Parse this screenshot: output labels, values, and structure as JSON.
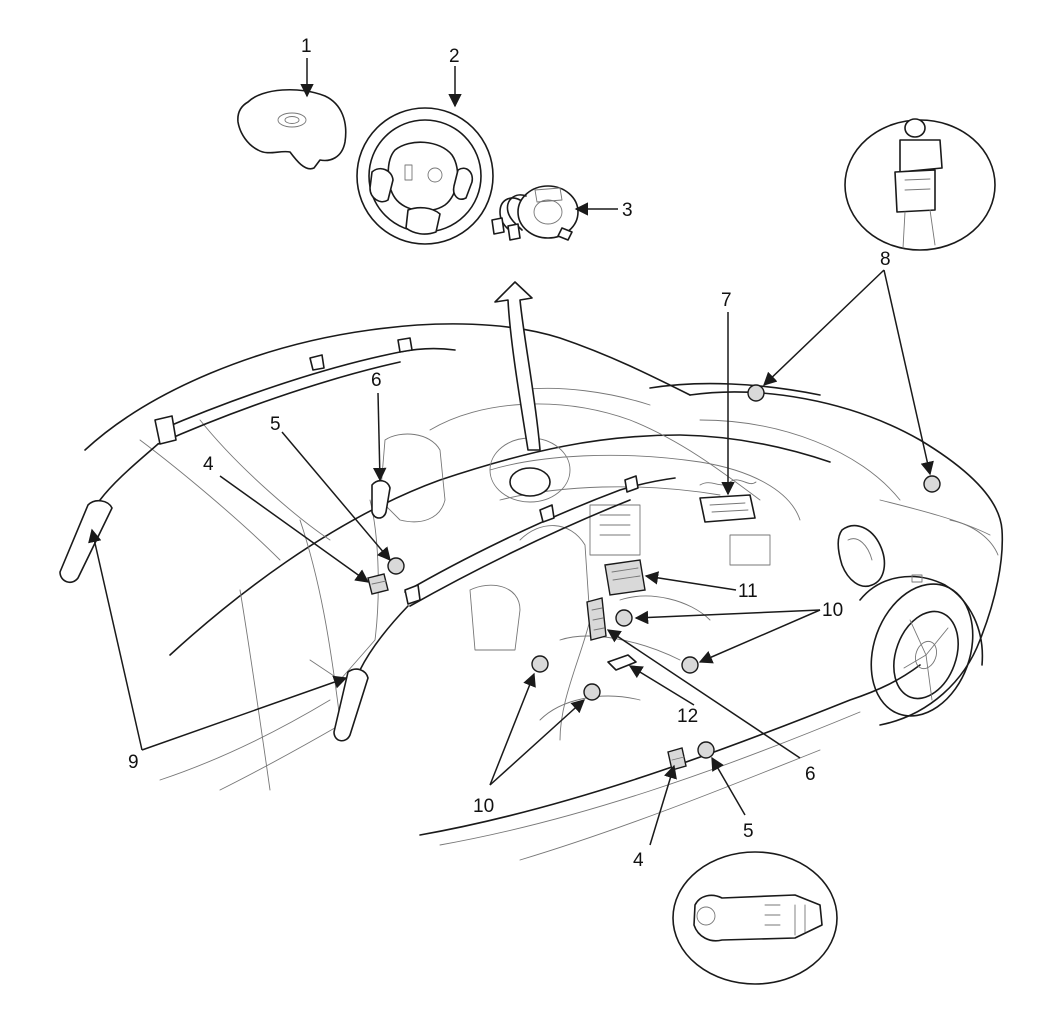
{
  "diagram": {
    "callouts": [
      {
        "id": "c1",
        "text": "1"
      },
      {
        "id": "c2",
        "text": "2"
      },
      {
        "id": "c3",
        "text": "3"
      },
      {
        "id": "c4a",
        "text": "4"
      },
      {
        "id": "c4b",
        "text": "4"
      },
      {
        "id": "c5a",
        "text": "5"
      },
      {
        "id": "c5b",
        "text": "5"
      },
      {
        "id": "c6a",
        "text": "6"
      },
      {
        "id": "c6b",
        "text": "6"
      },
      {
        "id": "c7",
        "text": "7"
      },
      {
        "id": "c8",
        "text": "8"
      },
      {
        "id": "c9",
        "text": "9"
      },
      {
        "id": "c10a",
        "text": "10"
      },
      {
        "id": "c10b",
        "text": "10"
      },
      {
        "id": "c11",
        "text": "11"
      },
      {
        "id": "c12",
        "text": "12"
      }
    ],
    "colors": {
      "line": "#1a1a1a",
      "thin": "#777777",
      "fill": "#d9d9d9",
      "background": "#ffffff"
    }
  }
}
